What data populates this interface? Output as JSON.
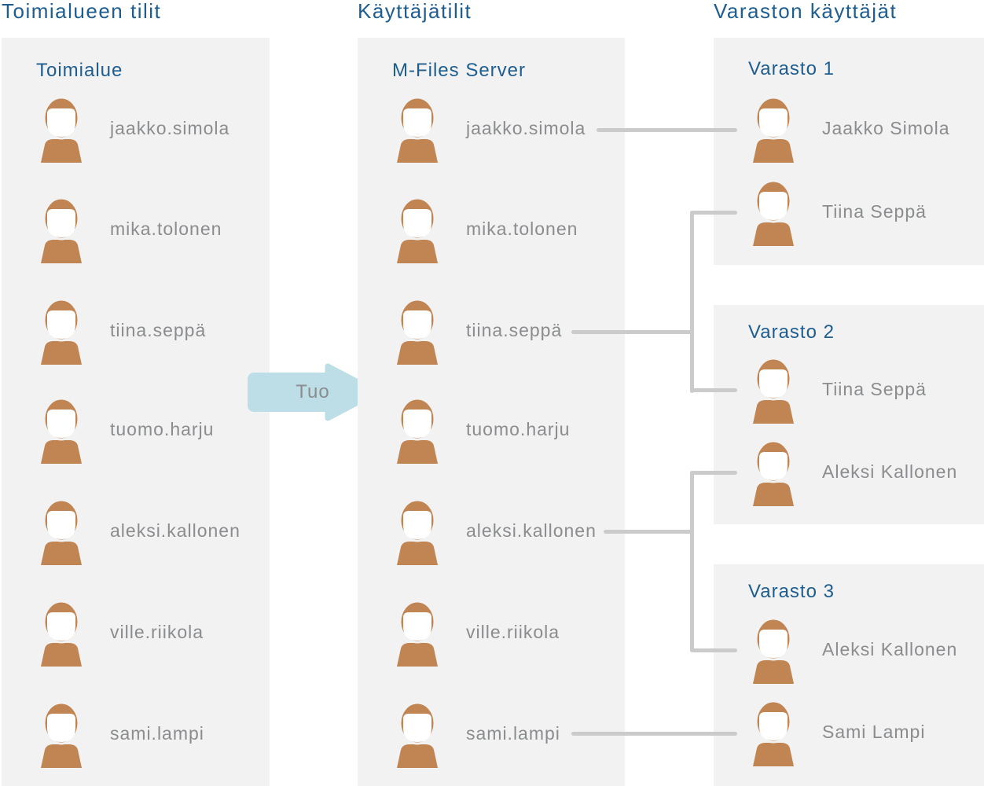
{
  "titles": {
    "domain": "Toimialueen tilit",
    "accounts": "Käyttäjätilit",
    "vault_users": "Varaston käyttäjät"
  },
  "domain_panel": {
    "header": "Toimialue",
    "users": [
      "jaakko.simola",
      "mika.tolonen",
      "tiina.seppä",
      "tuomo.harju",
      "aleksi.kallonen",
      "ville.riikola",
      "sami.lampi"
    ]
  },
  "server_panel": {
    "header": "M-Files Server",
    "users": [
      "jaakko.simola",
      "mika.tolonen",
      "tiina.seppä",
      "tuomo.harju",
      "aleksi.kallonen",
      "ville.riikola",
      "sami.lampi"
    ]
  },
  "vault_panels": [
    {
      "header": "Varasto 1",
      "users": [
        "Jaakko Simola",
        "Tiina Seppä"
      ]
    },
    {
      "header": "Varasto 2",
      "users": [
        "Tiina Seppä",
        "Aleksi Kallonen"
      ]
    },
    {
      "header": "Varasto 3",
      "users": [
        "Aleksi Kallonen",
        "Sami Lampi"
      ]
    }
  ],
  "arrow": {
    "label": "Tuo"
  },
  "connections": [
    {
      "from": "jaakko.simola",
      "to": [
        "Varasto 1: Jaakko Simola"
      ]
    },
    {
      "from": "tiina.seppä",
      "to": [
        "Varasto 1: Tiina Seppä",
        "Varasto 2: Tiina Seppä"
      ]
    },
    {
      "from": "aleksi.kallonen",
      "to": [
        "Varasto 2: Aleksi Kallonen",
        "Varasto 3: Aleksi Kallonen"
      ]
    },
    {
      "from": "sami.lampi",
      "to": [
        "Varasto 3: Sami Lampi"
      ]
    }
  ],
  "icons": {
    "user": "person-bust-icon",
    "arrow": "right-arrow-icon"
  },
  "colors": {
    "heading_blue": "#1d5d90",
    "person_brown": "#c08552",
    "label_gray": "#8a8c8e",
    "panel_gray": "#f2f2f2",
    "connector_gray": "#cbcbcb",
    "arrow_blue": "#bddee6"
  }
}
